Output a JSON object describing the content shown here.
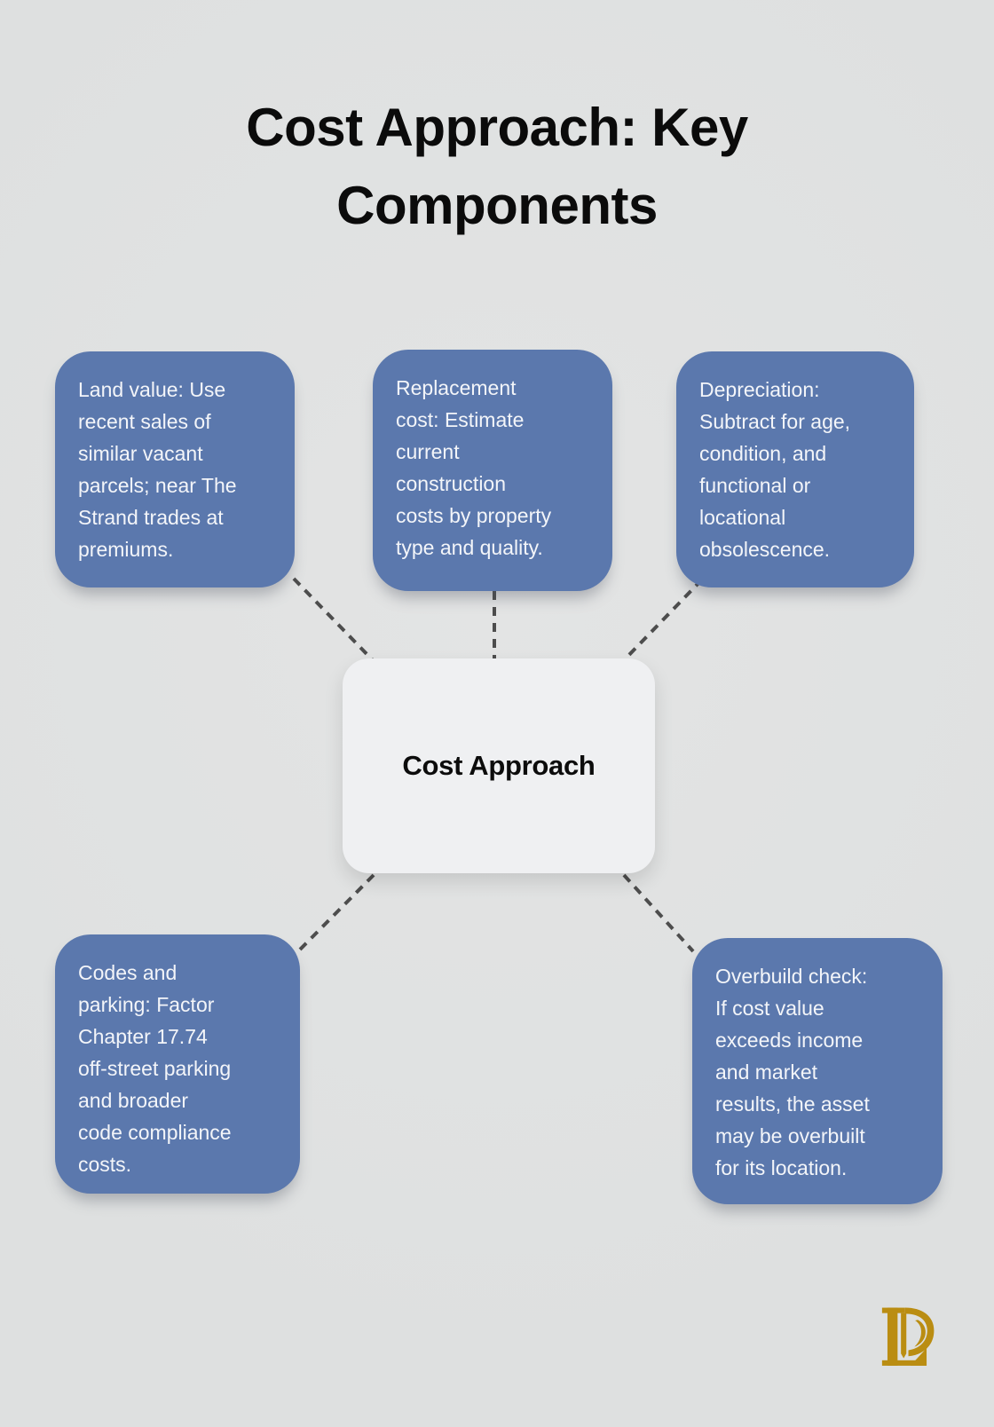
{
  "title": "Cost Approach: Key Components",
  "center": {
    "label": "Cost Approach"
  },
  "nodes": [
    {
      "id": "land-value",
      "text": "Land value: Use recent sales of similar vacant parcels; near The Strand trades at premiums."
    },
    {
      "id": "replacement-cost",
      "text": "Replacement cost: Estimate current construction costs by property type and quality."
    },
    {
      "id": "depreciation",
      "text": "Depreciation: Subtract for age, condition, and functional or locational obsolescence."
    },
    {
      "id": "codes-parking",
      "text": "Codes and parking: Factor Chapter 17.74 off-street parking and broader code compliance costs."
    },
    {
      "id": "overbuild-check",
      "text": "Overbuild check: If cost value exceeds income and market results, the asset may be overbuilt for its location."
    }
  ],
  "logo": {
    "icon": "lp-monogram"
  },
  "colors": {
    "node_blue": "#5b78ad",
    "node_text": "#f3f5f9",
    "background": "#dee0e0",
    "center_bg": "#eff0f2",
    "connector": "#4d4d4d",
    "title_color": "#0b0b0b",
    "logo_gold": "#ba8d12"
  }
}
